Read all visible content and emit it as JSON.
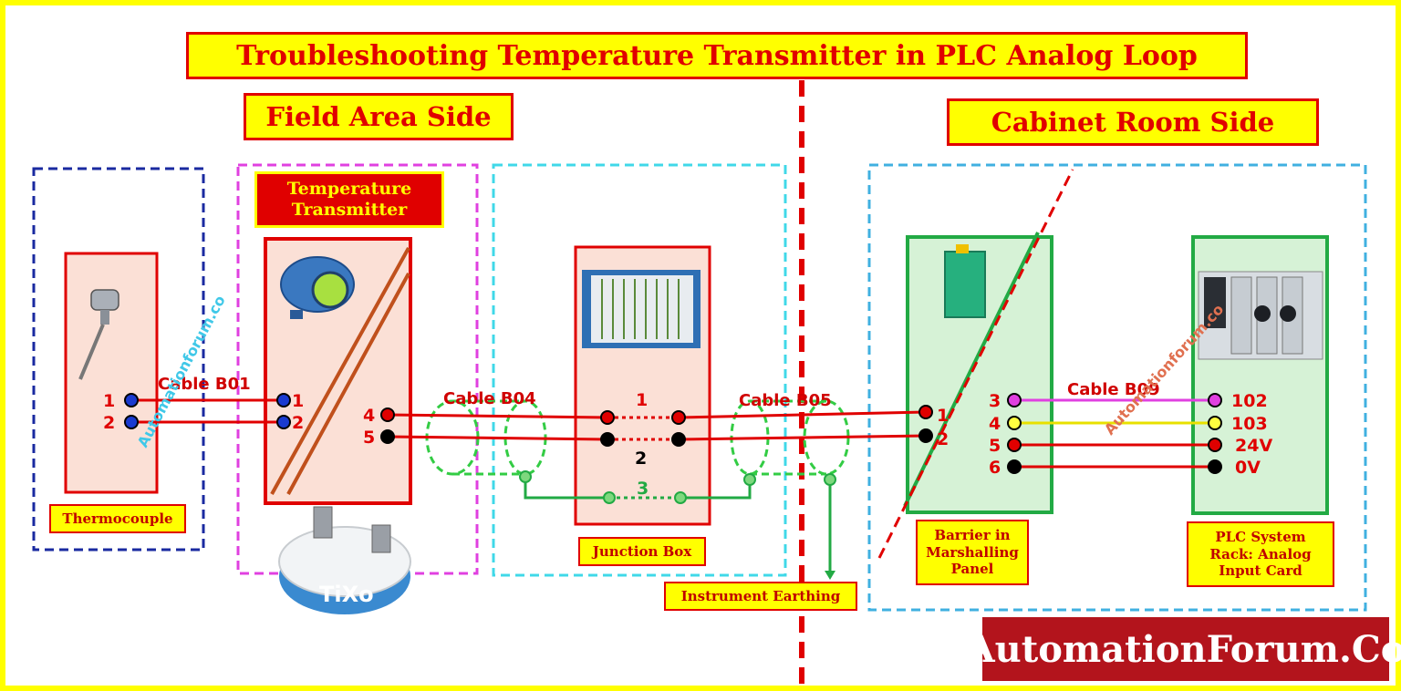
{
  "title": "Troubleshooting Temperature Transmitter in PLC Analog Loop",
  "sides": {
    "field": "Field Area Side",
    "cabinet": "Cabinet Room Side"
  },
  "components": {
    "transmitter": "Temperature Transmitter",
    "thermocouple": "Thermocouple",
    "junction_box": "Junction Box",
    "instrument_earthing": "Instrument Earthing",
    "barrier": "Barrier in Marshalling Panel",
    "plc": "PLC System Rack: Analog Input Card"
  },
  "cables": {
    "b01": "Cable B01",
    "b04": "Cable B04",
    "b05": "Cable B05",
    "b09": "Cable B09"
  },
  "terminals": {
    "thermocouple": [
      "1",
      "2"
    ],
    "transmitter_in": [
      "1",
      "2"
    ],
    "transmitter_out": [
      "4",
      "5"
    ],
    "junction_box": [
      "1",
      "2",
      "3"
    ],
    "barrier_in": [
      "1",
      "2"
    ],
    "barrier_out": [
      "3",
      "4",
      "5",
      "6"
    ],
    "plc": [
      "102",
      "103",
      "24V",
      "0V"
    ]
  },
  "watermark": "Automationforum.co",
  "brand": "AutomationForum.Co",
  "colors": {
    "frame": "#ffff00",
    "red": "#e00000",
    "green": "#22aa44",
    "magenta": "#e040e0",
    "cyan": "#40c8e8",
    "navy": "#1a2aa0"
  }
}
